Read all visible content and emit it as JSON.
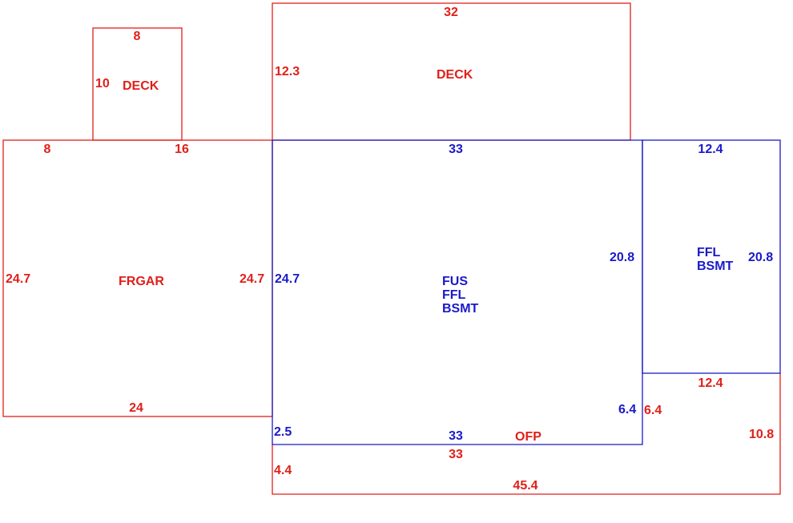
{
  "colors": {
    "red": "#e0201a",
    "blue": "#1a1ac8"
  },
  "small_deck": {
    "top": "8",
    "left": "10",
    "name": "DECK"
  },
  "big_deck": {
    "top": "32",
    "left": "12.3",
    "name": "DECK"
  },
  "garage": {
    "top_left": "8",
    "top_right": "16",
    "left": "24.7",
    "right": "24.7",
    "bottom": "24",
    "name": "FRGAR"
  },
  "main_house": {
    "top": "33",
    "left": "24.7",
    "right": "20.8",
    "notch_right": "6.4",
    "notch_left": "2.5",
    "bottom": "33",
    "name_1": "FUS",
    "name_2": "FFL",
    "name_3": "BSMT"
  },
  "right_wing": {
    "top": "12.4",
    "right": "20.8",
    "bottom": "12.4",
    "name_1": "FFL",
    "name_2": "BSMT"
  },
  "porch": {
    "top": "33",
    "left": "4.4",
    "bottom": "45.4",
    "right": "10.8",
    "inner_left": "6.4",
    "name": "OFP"
  }
}
